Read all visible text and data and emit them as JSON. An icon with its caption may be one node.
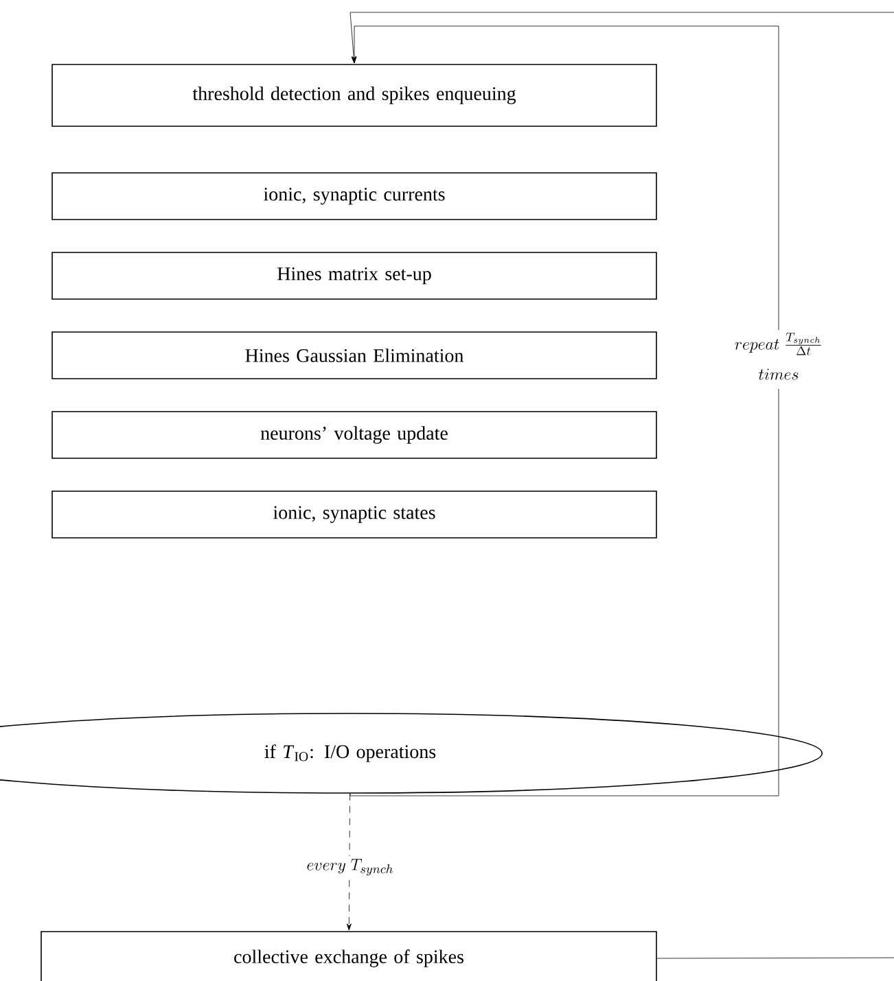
{
  "diagram": {
    "nodes": [
      {
        "text": [
          "threshold detection and spikes enqueuing"
        ]
      },
      {
        "text": [
          "ionic, synaptic currents"
        ]
      },
      {
        "text": [
          "Hines matrix set-up"
        ]
      },
      {
        "text": [
          "Hines Gaussian Elimination"
        ]
      },
      {
        "text": [
          "neurons’ voltage update"
        ]
      },
      {
        "text": [
          "ionic, synaptic states"
        ]
      },
      {
        "text": [
          "if *T*$_{IO}$: I/O operations"
        ]
      },
      {
        "text": [
          "collective exchange of spikes"
        ]
      }
    ],
    "edges": [
      {
        "from": 6,
        "to": 0,
        "arrow": "to",
        "label": "\\begin{array}{c}repeat\\ \\frac{T_{synch}}{\\Delta t}\\\\[6pt] times\\end{array}"
      },
      {
        "from": 7,
        "to": 0,
        "arrow": "to"
      },
      {
        "from": 6,
        "to": 7,
        "arrow": "to",
        "style": "dashed",
        "label": "every\\ T_{synch}"
      }
    ]
  }
}
